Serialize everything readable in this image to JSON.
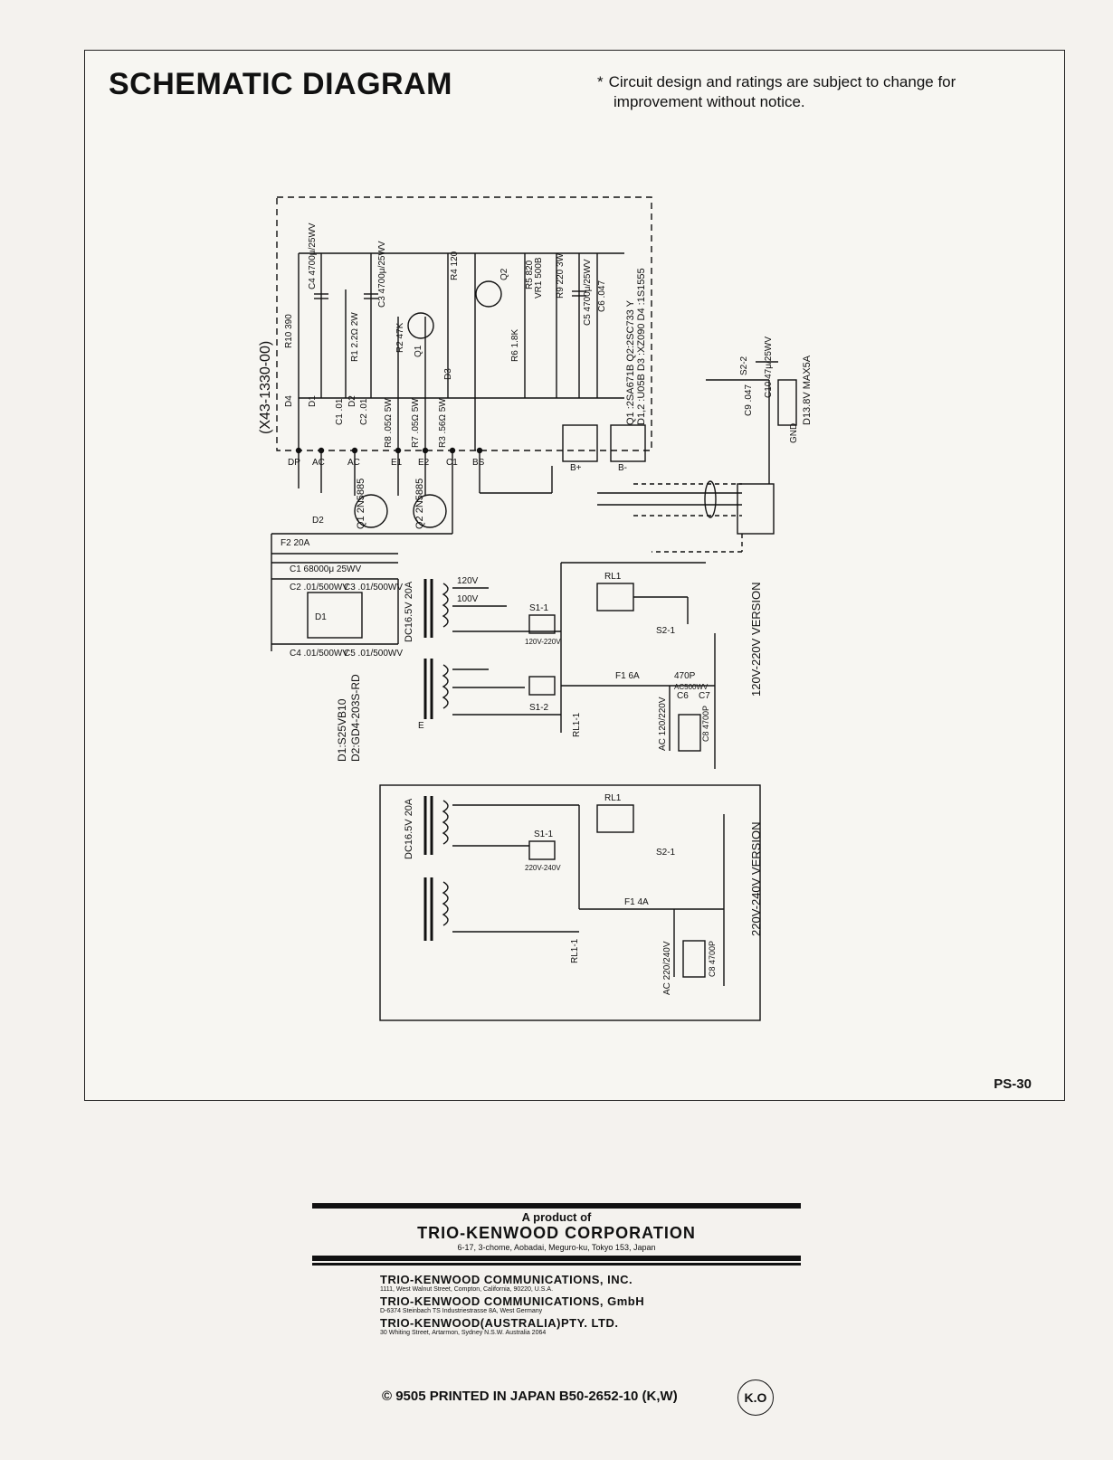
{
  "header": {
    "title": "SCHEMATIC DIAGRAM",
    "note_star": "*",
    "note_line1": "Circuit design and ratings are subject to change for",
    "note_line2": "improvement without notice."
  },
  "model": "PS-30",
  "board": {
    "part_number": "(X43-1330-00)",
    "components": [
      "R10 390",
      "C4 4700μ/25WV",
      "C3 4700μ/25WV",
      "R2 47K",
      "R4 120",
      "Q2",
      "R5 820",
      "VR1 500B",
      "R9 220 3W",
      "C5 4700μ/25WV",
      "C6 .047",
      "R1 2.2Ω 2W",
      "C1 .01",
      "C2 .01",
      "Q1",
      "D3",
      "R6 1.8K",
      "D4",
      "D1",
      "D2",
      "R8 .05Ω 5W",
      "R7 .05Ω 5W",
      "R3 .56Ω 5W"
    ],
    "semiconductors_line1": "Q1 :2SA671B   Q2:2SC733 Y",
    "semiconductors_line2": "D1,2 :U05B  D3 :XZ090  D4 :1S1555",
    "terminals": [
      "DP",
      "AC",
      "AC",
      "E1",
      "E2",
      "C1",
      "BS",
      "B+",
      "B-"
    ]
  },
  "transistors": [
    "Q1 2N5885",
    "Q2 2N5885"
  ],
  "misc_labels": [
    "D2",
    "F2 20A",
    "C1 68000μ 25WV",
    "C2 .01/500WV",
    "C3 .01/500WV",
    "D1",
    "C4 .01/500WV",
    "C5 .01/500WV",
    "DC16.5V 20A",
    "D1:S25VB10",
    "D2:GD4-203S-RD",
    "RL1",
    "S2-1",
    "S1-1",
    "120V-220V",
    "S1-2",
    "F1 6A",
    "120V",
    "100V",
    "RL1-1",
    "C6",
    "C7",
    "470P",
    "AC500WV",
    "C8 4700P",
    "AC 120/220V",
    "C9 .047",
    "C10 47μ/25WV",
    "S2-2",
    "GND",
    "D13.8V MAX5A",
    "E"
  ],
  "versions": {
    "v1": "120V-220V  VERSION",
    "v2": "220V-240V  VERSION",
    "v2_labels": [
      "DC16.5V 20A",
      "RL1",
      "S2-1",
      "S1-1",
      "220V-240V",
      "F1 4A",
      "AC 220/240V",
      "C8 4700P",
      "RL1-1"
    ]
  },
  "footer": {
    "product_of": "A product of",
    "corporation": "TRIO-KENWOOD CORPORATION",
    "corp_address": "6-17, 3-chome, Aobadai, Meguro-ku, Tokyo 153, Japan",
    "subsidiaries": [
      {
        "name": "TRIO-KENWOOD COMMUNICATIONS, INC.",
        "address": "1111, West Walnut Street, Compton, California, 90220, U.S.A."
      },
      {
        "name": "TRIO-KENWOOD COMMUNICATIONS, GmbH",
        "address": "D-6374 Steinbach TS Industriestrasse 8A, West Germany"
      },
      {
        "name": "TRIO-KENWOOD(AUSTRALIA)PTY. LTD.",
        "address": "30 Whiting Street, Artarmon, Sydney N.S.W. Australia 2064"
      }
    ],
    "printed": "© 9505 PRINTED IN JAPAN B50-2652-10 (K,W)",
    "mark": "K.O"
  }
}
